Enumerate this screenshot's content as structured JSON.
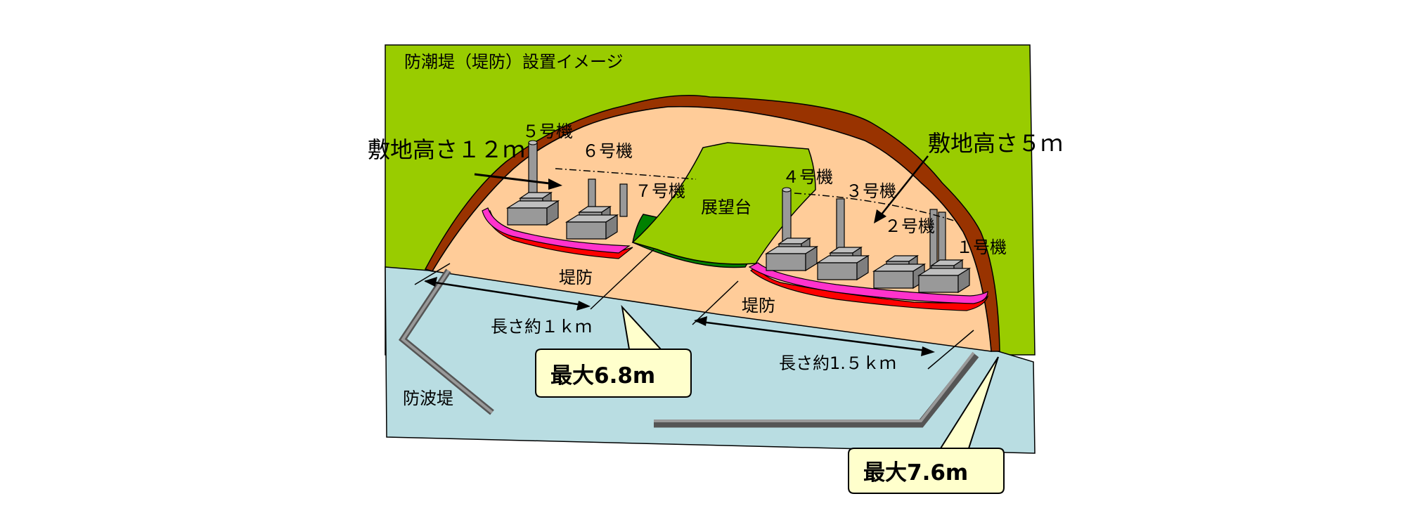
{
  "title": "防潮堤（堤防）設置イメージ",
  "site_height_left": "敷地高さ１２ｍ",
  "site_height_right": "敷地高さ５ｍ",
  "observation_deck": "展望台",
  "units": {
    "u5": "５号機",
    "u6": "６号機",
    "u7": "７号機",
    "u4": "４号機",
    "u3": "３号機",
    "u2": "２号機",
    "u1": "１号機"
  },
  "embankment_left": "堤防",
  "embankment_right": "堤防",
  "length_left": "長さ約１ｋｍ",
  "length_right": "長さ約1.５ｋｍ",
  "breakwater": "防波堤",
  "max_left": "最大6.8m",
  "max_right": "最大7.6m",
  "colors": {
    "land": "#99cc00",
    "site": "#ffcc99",
    "sea": "#b9dde2",
    "cliff": "#993300",
    "wall_magenta": "#ff33cc",
    "wall_red": "#ff0000",
    "deck_top": "#99cc00",
    "deck_side": "#008000",
    "callout": "#ffffcc",
    "building": "#999999"
  }
}
